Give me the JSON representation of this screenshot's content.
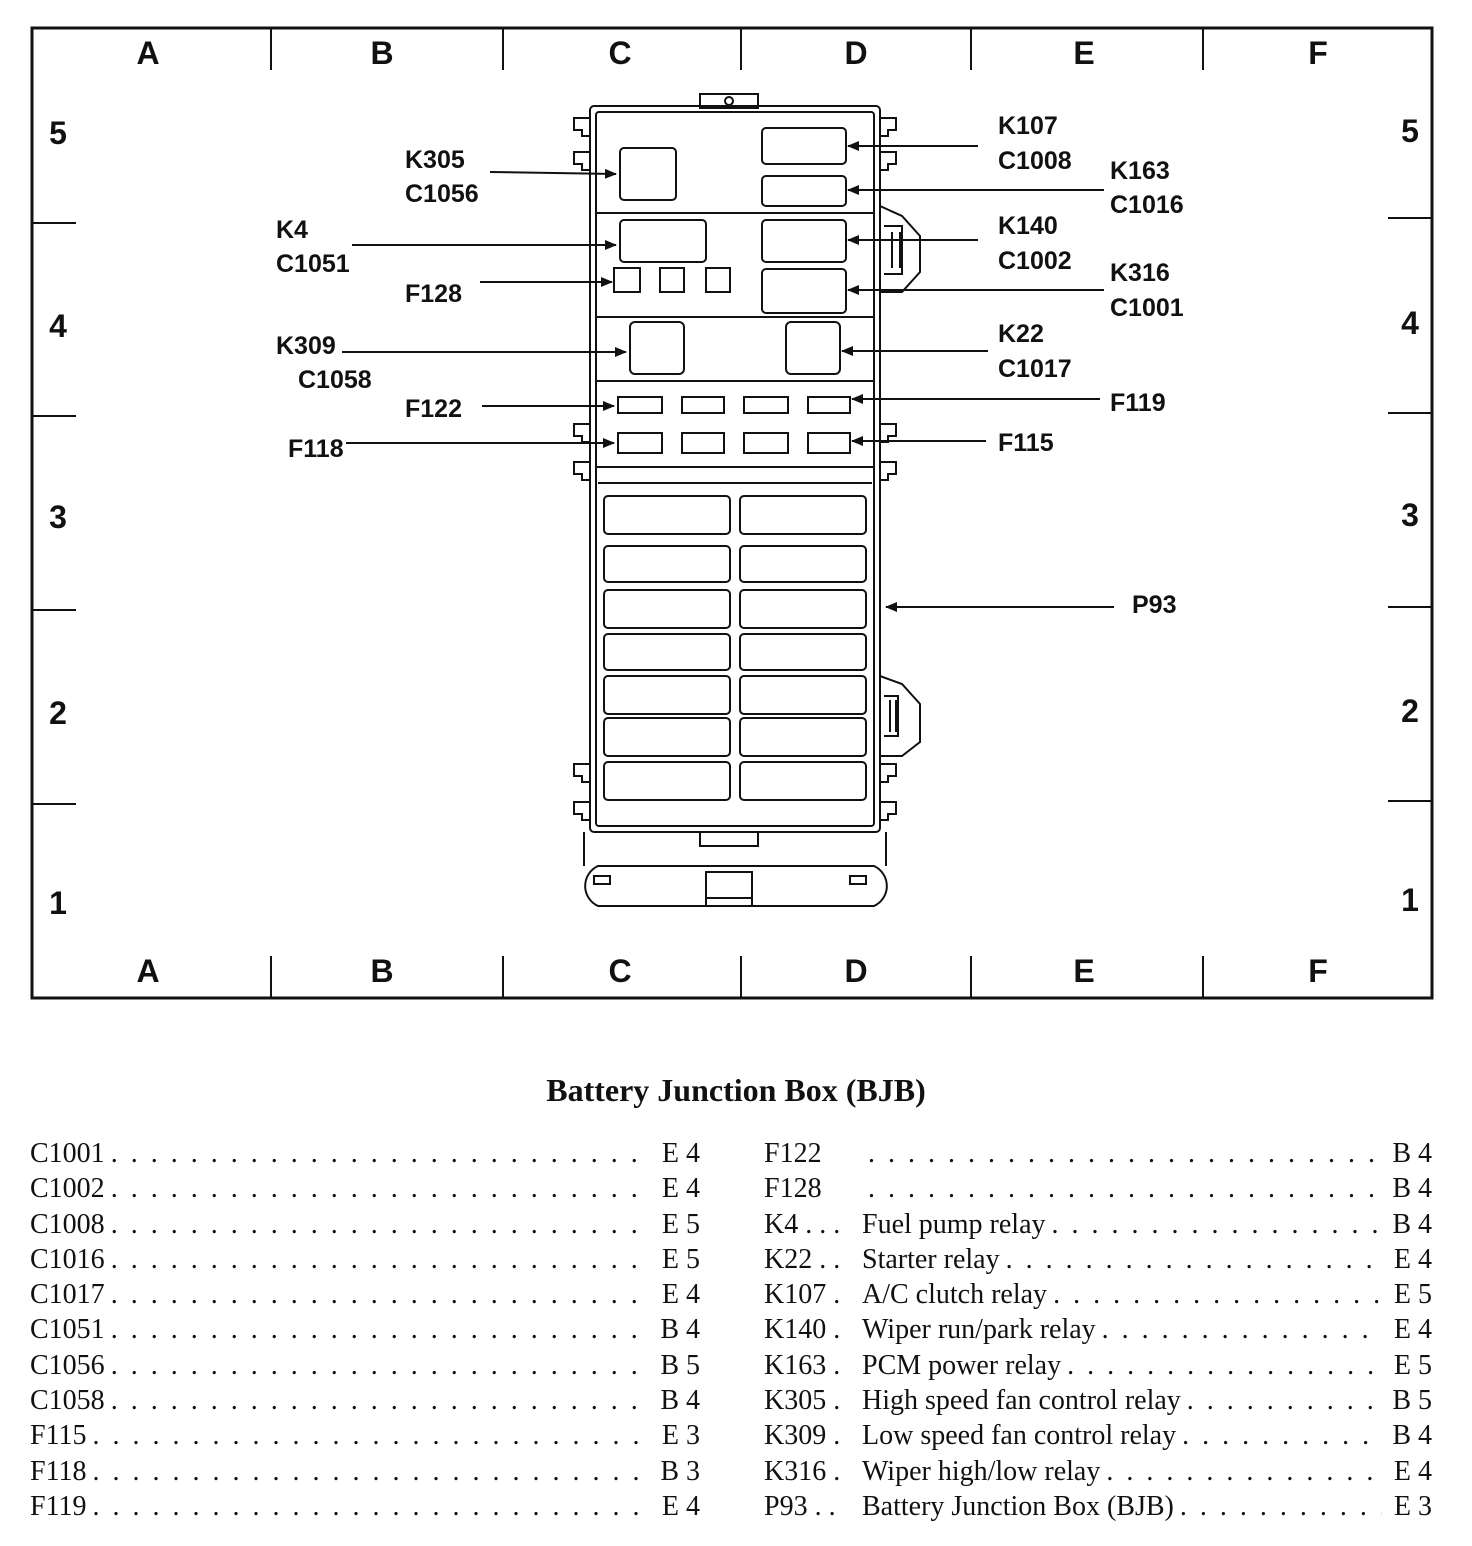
{
  "grid": {
    "columns": [
      "A",
      "B",
      "C",
      "D",
      "E",
      "F"
    ],
    "rows": [
      "5",
      "4",
      "3",
      "2",
      "1"
    ]
  },
  "callouts": {
    "K107": "K107",
    "C1008": "C1008",
    "K305": "K305",
    "C1056": "C1056",
    "K163": "K163",
    "C1016": "C1016",
    "K4": "K4",
    "C1051": "C1051",
    "K140": "K140",
    "C1002": "C1002",
    "F128": "F128",
    "K316": "K316",
    "C1001": "C1001",
    "K309": "K309",
    "C1058": "C1058",
    "K22": "K22",
    "C1017": "C1017",
    "F122": "F122",
    "F119": "F119",
    "F118": "F118",
    "F115": "F115",
    "P93": "P93"
  },
  "title": "Battery Junction Box (BJB)",
  "index_left": [
    {
      "code": "C1001",
      "location": "E 4"
    },
    {
      "code": "C1002",
      "location": "E 4"
    },
    {
      "code": "C1008",
      "location": "E 5"
    },
    {
      "code": "C1016",
      "location": "E 5"
    },
    {
      "code": "C1017",
      "location": "E 4"
    },
    {
      "code": "C1051",
      "location": "B 4"
    },
    {
      "code": "C1056",
      "location": "B 5"
    },
    {
      "code": "C1058",
      "location": "B 4"
    },
    {
      "code": "F115",
      "location": "E 3"
    },
    {
      "code": "F118",
      "location": "B 3"
    },
    {
      "code": "F119",
      "location": "E 4"
    }
  ],
  "index_right": [
    {
      "code": "F122",
      "desc": "",
      "location": "B 4"
    },
    {
      "code": "F128",
      "desc": "",
      "location": "B 4"
    },
    {
      "code": "K4 . . .",
      "desc": "Fuel pump relay",
      "location": "B 4"
    },
    {
      "code": "K22 . .",
      "desc": "Starter relay",
      "location": "E 4"
    },
    {
      "code": "K107 .",
      "desc": "A/C clutch relay",
      "location": "E 5"
    },
    {
      "code": "K140 .",
      "desc": "Wiper run/park relay",
      "location": "E 4"
    },
    {
      "code": "K163 .",
      "desc": "PCM power relay",
      "location": "E 5"
    },
    {
      "code": "K305 .",
      "desc": "High speed fan control relay",
      "location": "B 5"
    },
    {
      "code": "K309 .",
      "desc": "Low speed fan control relay",
      "location": "B 4"
    },
    {
      "code": "K316 .",
      "desc": "Wiper high/low relay",
      "location": "E 4"
    },
    {
      "code": "P93 . .",
      "desc": "Battery Junction Box (BJB)",
      "location": "E 3"
    }
  ]
}
